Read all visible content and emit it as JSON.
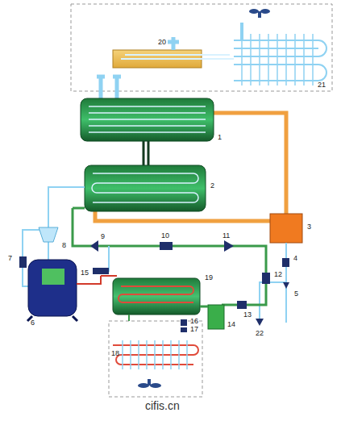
{
  "diagram": {
    "labels": [
      "20",
      "21",
      "1",
      "2",
      "3",
      "4",
      "5",
      "7",
      "8",
      "9",
      "10",
      "11",
      "12",
      "15",
      "19",
      "6",
      "16",
      "17",
      "14",
      "13",
      "22",
      "18",
      "cifis.cn"
    ]
  }
}
